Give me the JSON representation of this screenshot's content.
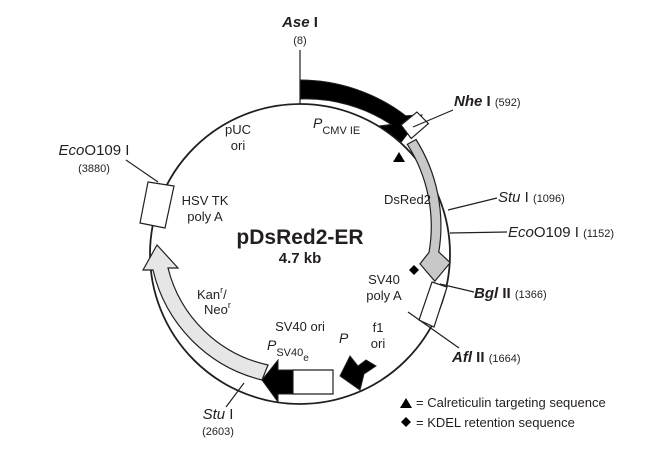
{
  "plasmid": {
    "name": "pDsRed2-ER",
    "size": "4.7 kb"
  },
  "restriction_sites": [
    {
      "id": "ase1",
      "prefix": "Ase",
      "suffix": " I",
      "position": "(8)"
    },
    {
      "id": "nhe1",
      "prefix": "Nhe",
      "suffix": " I",
      "position": "(592)"
    },
    {
      "id": "stu1a",
      "prefix": "Stu",
      "suffix": " I",
      "position": "(1096)"
    },
    {
      "id": "eco0109a",
      "prefix": "Eco",
      "suffix": "O109 I",
      "position": "(1152)"
    },
    {
      "id": "bgl2",
      "prefix": "Bgl",
      "suffix": " II",
      "position": "(1366)"
    },
    {
      "id": "afl2",
      "prefix": "Afl",
      "suffix": " II",
      "position": "(1664)"
    },
    {
      "id": "stu1b",
      "prefix": "Stu",
      "suffix": " I",
      "position": "(2603)"
    },
    {
      "id": "eco0109b",
      "prefix": "Eco",
      "suffix": "O109 I",
      "position": "(3880)"
    }
  ],
  "features": {
    "pcmv": {
      "italic": "P",
      "sub": "CMV IE"
    },
    "dsred2": "DsRed2",
    "sv40_polya": [
      "SV40",
      "poly A"
    ],
    "f1_ori": [
      "f1",
      "ori"
    ],
    "p_promoter": "P",
    "psv40e": {
      "italic": "P",
      "sub": "SV40",
      "subsub": "e"
    },
    "sv40_ori": "SV40 ori",
    "kan_neo": {
      "kan": "Kan",
      "kan_sup": "r",
      "slash": "/",
      "neo": "Neo",
      "neo_sup": "r"
    },
    "hsv_tk_polya": [
      "HSV TK",
      "poly A"
    ],
    "puc_ori": [
      "pUC",
      "ori"
    ]
  },
  "legend": [
    {
      "symbol": "triangle",
      "text": "= Calreticulin targeting sequence"
    },
    {
      "symbol": "diamond",
      "text": "= KDEL retention sequence"
    }
  ],
  "colors": {
    "line": "#231f20",
    "pcmv_fill": "#000000",
    "dsred_fill": "#c8c8c8",
    "kan_fill": "#e6e6e6",
    "box_fill": "#ffffff"
  }
}
